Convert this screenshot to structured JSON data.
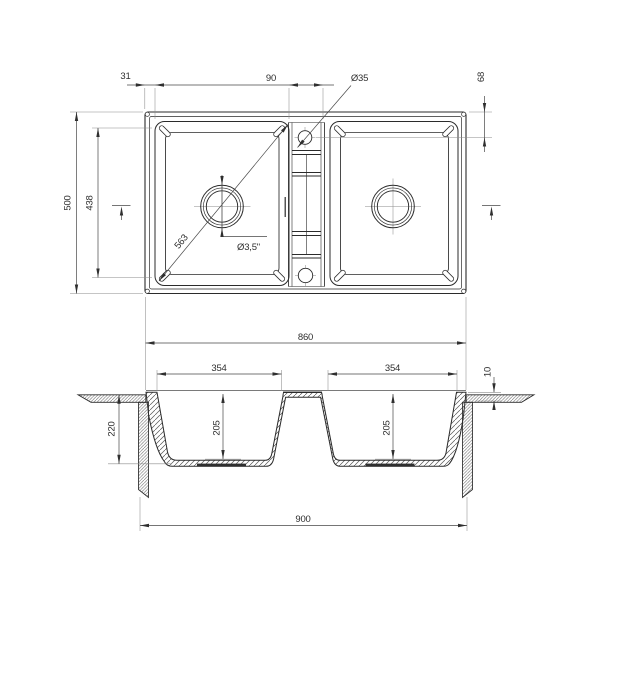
{
  "plan": {
    "offset_left": "31",
    "tap_span": "90",
    "tap_hole_dia": "Ø35",
    "rim_to_tap": "68",
    "overall_depth": "500",
    "bowl_depth": "438",
    "bowl_diagonal": "563",
    "drain_dia": "Ø3,5\"",
    "overall_width": "860"
  },
  "section": {
    "bowl_width_left": "354",
    "bowl_width_right": "354",
    "rim_thickness": "10",
    "total_height": "220",
    "bowl_height_left": "205",
    "bowl_height_right": "205",
    "base_width": "900"
  },
  "colors": {
    "line": "#2b2b2b",
    "dim_line": "#474747",
    "extension": "#8c8c8c",
    "text": "#2f2f2f",
    "background": "#ffffff"
  }
}
